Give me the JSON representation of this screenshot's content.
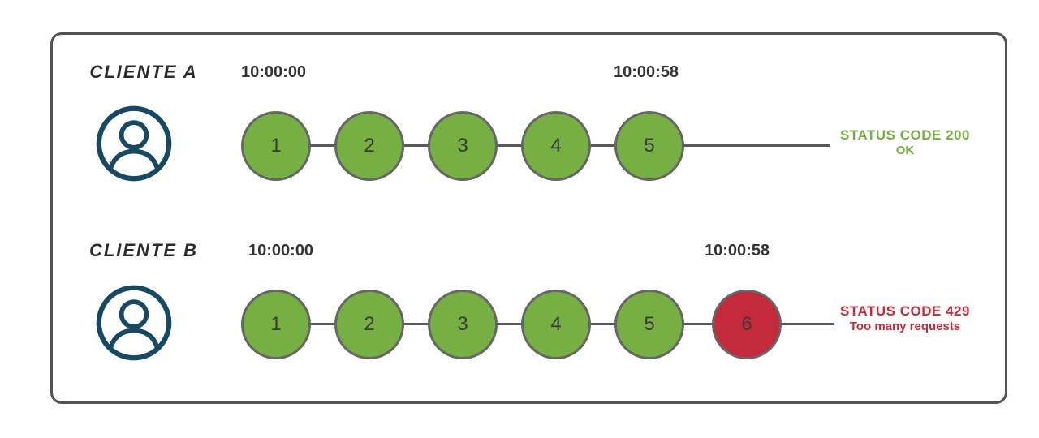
{
  "clients": [
    {
      "label": "CLIENTE A",
      "start_time": "10:00:00",
      "end_time": "10:00:58",
      "requests": [
        {
          "label": "1",
          "state": "accepted"
        },
        {
          "label": "2",
          "state": "accepted"
        },
        {
          "label": "3",
          "state": "accepted"
        },
        {
          "label": "4",
          "state": "accepted"
        },
        {
          "label": "5",
          "state": "accepted"
        }
      ],
      "status": {
        "code": "STATUS CODE 200",
        "message": "OK",
        "color": "#76b043"
      }
    },
    {
      "label": "CLIENTE B",
      "start_time": "10:00:00",
      "end_time": "10:00:58",
      "requests": [
        {
          "label": "1",
          "state": "accepted"
        },
        {
          "label": "2",
          "state": "accepted"
        },
        {
          "label": "3",
          "state": "accepted"
        },
        {
          "label": "4",
          "state": "accepted"
        },
        {
          "label": "5",
          "state": "accepted"
        },
        {
          "label": "6",
          "state": "rejected"
        }
      ],
      "status": {
        "code": "STATUS CODE 429",
        "message": "Too many requests",
        "color": "#cc2936"
      }
    }
  ],
  "colors": {
    "accepted_request": "#76b043",
    "rejected_request": "#c42a3a",
    "circle_border": "#666666",
    "connector_line": "#595959",
    "avatar_icon": "#174963",
    "frame_border": "#525252",
    "timestamp_text": "#333333",
    "status_ok_text": "#76b043",
    "status_error_text": "#cc2936"
  }
}
